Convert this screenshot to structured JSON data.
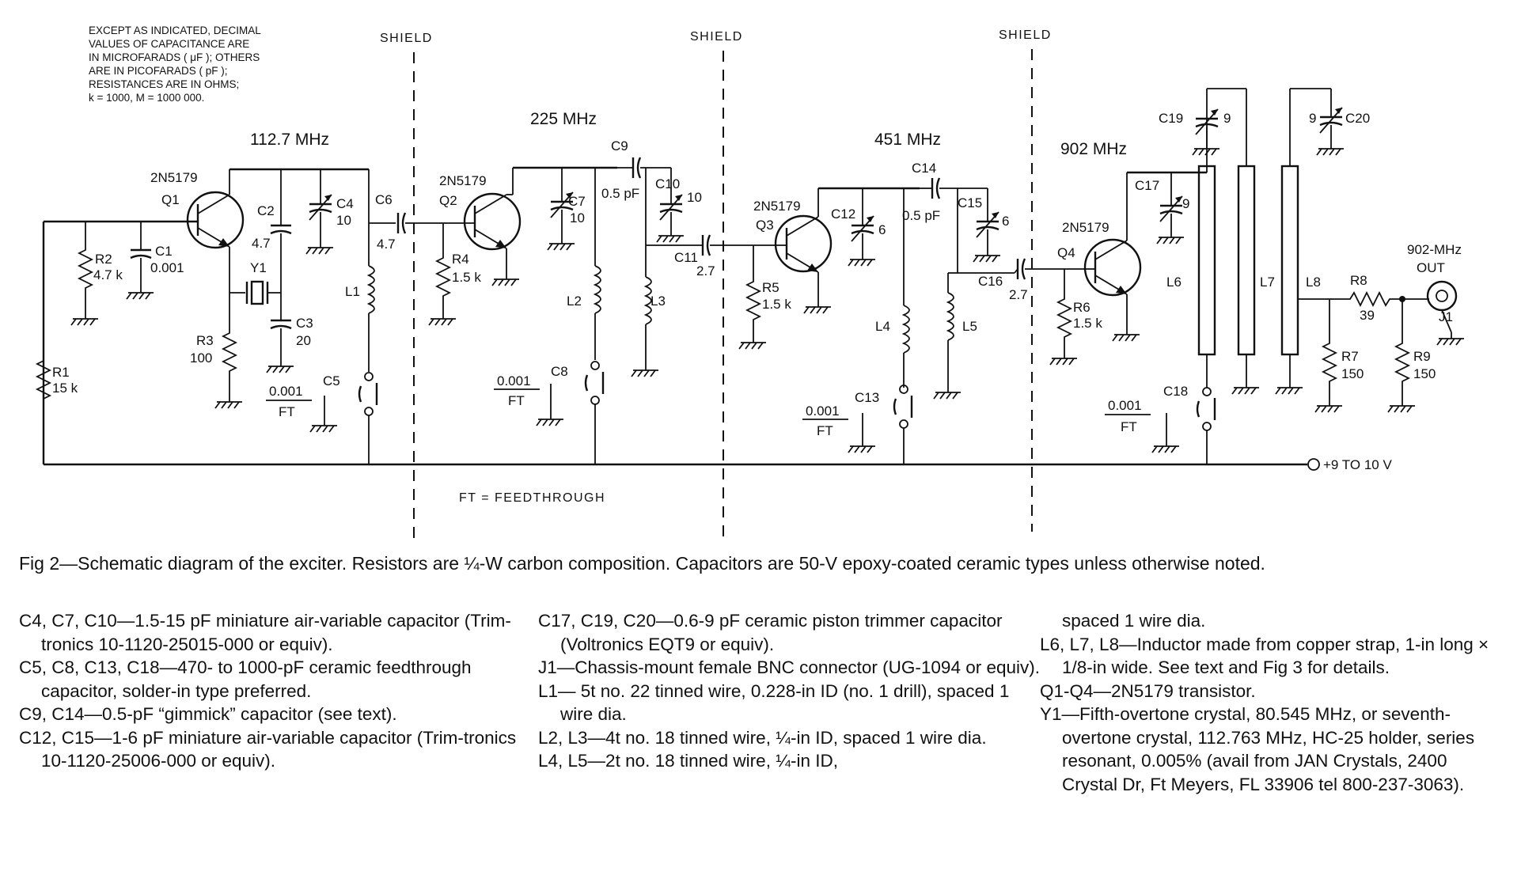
{
  "notes": {
    "units": [
      "EXCEPT AS INDICATED, DECIMAL",
      "VALUES OF CAPACITANCE ARE",
      "IN MICROFARADS ( μF ); OTHERS",
      "ARE IN PICOFARADS ( pF );",
      "RESISTANCES ARE IN OHMS;",
      "k = 1000, M = 1000 000."
    ],
    "shield": "SHIELD",
    "feedthrough": "FT = FEEDTHROUGH"
  },
  "stages": {
    "f1": "112.7 MHz",
    "f2": "225 MHz",
    "f3": "451 MHz",
    "f4": "902 MHz",
    "transistor": "2N5179"
  },
  "labels": {
    "q1": "Q1",
    "q2": "Q2",
    "q3": "Q3",
    "q4": "Q4",
    "r1": "R1",
    "r1v": "15 k",
    "r2": "R2",
    "r2v": "4.7 k",
    "r3": "R3",
    "r3v": "100",
    "r4": "R4",
    "r4v": "1.5 k",
    "r5": "R5",
    "r5v": "1.5 k",
    "r6": "R6",
    "r6v": "1.5 k",
    "r7": "R7",
    "r7v": "150",
    "r8": "R8",
    "r8v": "39",
    "r9": "R9",
    "r9v": "150",
    "c1": "C1",
    "c1v": "0.001",
    "c2": "C2",
    "c2v": "4.7",
    "c3": "C3",
    "c3v": "20",
    "c4": "C4",
    "c4v": "10",
    "c5": "C5",
    "c6": "C6",
    "c6v": "4.7",
    "c7": "C7",
    "c7v": "10",
    "c8": "C8",
    "c9": "C9",
    "c9v": "0.5 pF",
    "c10": "C10",
    "c10v": "10",
    "c11": "C11",
    "c11v": "2.7",
    "c12": "C12",
    "c12v": "6",
    "c13": "C13",
    "c14": "C14",
    "c14v": "0.5 pF",
    "c15": "C15",
    "c15v": "6",
    "c16": "C16",
    "c16v": "2.7",
    "c17": "C17",
    "c17v": "9",
    "c18": "C18",
    "c19": "C19",
    "c19v": "9",
    "c20": "C20",
    "c20v": "9",
    "l1": "L1",
    "l2": "L2",
    "l3": "L3",
    "l4": "L4",
    "l5": "L5",
    "l6": "L6",
    "l7": "L7",
    "l8": "L8",
    "y1": "Y1",
    "j1": "J1",
    "ft_val": "0.001",
    "ft": "FT",
    "out1": "902-MHz",
    "out2": "OUT",
    "supply": "+9  TO 10 V"
  },
  "caption": "Fig 2—Schematic diagram of the exciter. Resistors are ¼-W carbon composition. Capacitors are 50-V epoxy-coated ceramic types unless otherwise noted.",
  "parts": {
    "col1": [
      "C4, C7, C10—1.5-15 pF miniature air-variable capacitor (Trim-tronics 10-1120-25015-000 or equiv).",
      "C5, C8, C13, C18—470- to 1000-pF ceramic feedthrough capacitor, solder-in type preferred.",
      "C9, C14—0.5-pF “gimmick” capacitor (see text).",
      "C12, C15—1-6 pF miniature air-variable capacitor (Trim-tronics 10-1120-25006-000 or equiv)."
    ],
    "col2": [
      "C17, C19, C20—0.6-9 pF ceramic piston trimmer capacitor (Voltronics EQT9 or equiv).",
      "J1—Chassis-mount female BNC connector (UG-1094 or equiv).",
      "L1— 5t no. 22 tinned wire, 0.228-in ID (no. 1 drill), spaced 1 wire dia.",
      "L2, L3—4t no. 18 tinned wire, ¼-in ID, spaced 1 wire dia.",
      "L4, L5—2t no. 18 tinned wire, ¼-in ID,"
    ],
    "col3_cont": "spaced 1 wire dia.",
    "col3": [
      "L6, L7, L8—Inductor made from copper strap, 1-in long × 1/8-in wide. See text and Fig 3 for details.",
      "Q1-Q4—2N5179 transistor.",
      "Y1—Fifth-overtone crystal, 80.545 MHz, or seventh-overtone crystal, 112.763 MHz, HC-25 holder, series resonant, 0.005% (avail from JAN Crystals, 2400 Crystal Dr, Ft Meyers, FL 33906 tel 800-237-3063)."
    ]
  }
}
